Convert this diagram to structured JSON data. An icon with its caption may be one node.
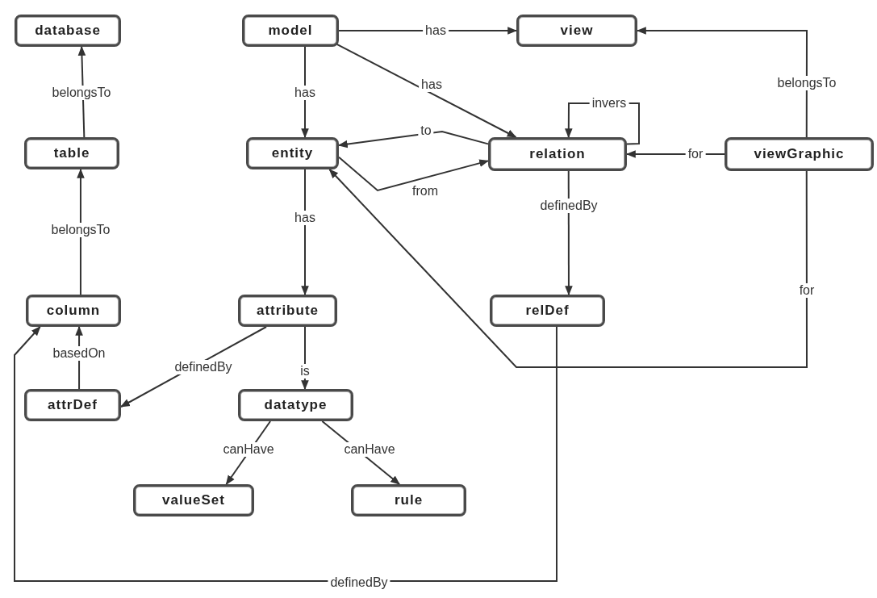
{
  "diagram": {
    "nodes": [
      {
        "text": [
          "database"
        ]
      },
      {
        "text": [
          "model"
        ]
      },
      {
        "text": [
          "view"
        ]
      },
      {
        "text": [
          "table"
        ]
      },
      {
        "text": [
          "entity"
        ]
      },
      {
        "text": [
          "relation"
        ]
      },
      {
        "text": [
          "viewGraphic"
        ]
      },
      {
        "text": [
          "column"
        ]
      },
      {
        "text": [
          "attribute"
        ]
      },
      {
        "text": [
          "relDef"
        ]
      },
      {
        "text": [
          "attrDef"
        ]
      },
      {
        "text": [
          "datatype"
        ]
      },
      {
        "text": [
          "valueSet"
        ]
      },
      {
        "text": [
          "rule"
        ]
      }
    ],
    "edges": [
      {
        "from": 3,
        "to": 0,
        "arrow": "to",
        "label": "belongsTo"
      },
      {
        "from": 7,
        "to": 3,
        "arrow": "to",
        "label": "belongsTo"
      },
      {
        "from": 10,
        "to": 7,
        "arrow": "to",
        "label": "basedOn"
      },
      {
        "from": 1,
        "to": 2,
        "arrow": "to",
        "label": "has"
      },
      {
        "from": 1,
        "to": 4,
        "arrow": "to",
        "label": "has"
      },
      {
        "from": 1,
        "to": 5,
        "arrow": "to",
        "label": "has"
      },
      {
        "from": 5,
        "to": 4,
        "arrow": "to",
        "label": "to"
      },
      {
        "from": 4,
        "to": 5,
        "arrow": "to",
        "label": "from"
      },
      {
        "from": 5,
        "to": 5,
        "arrow": "to",
        "label": "invers"
      },
      {
        "from": 6,
        "to": 5,
        "arrow": "to",
        "label": "for"
      },
      {
        "from": 6,
        "to": 2,
        "arrow": "to",
        "label": "belongsTo"
      },
      {
        "from": 6,
        "to": 4,
        "arrow": "to",
        "label": "for"
      },
      {
        "from": 4,
        "to": 8,
        "arrow": "to",
        "label": "has"
      },
      {
        "from": 5,
        "to": 9,
        "arrow": "to",
        "label": "definedBy"
      },
      {
        "from": 8,
        "to": 10,
        "arrow": "to",
        "label": "definedBy"
      },
      {
        "from": 8,
        "to": 11,
        "arrow": "to",
        "label": "is"
      },
      {
        "from": 11,
        "to": 12,
        "arrow": "to",
        "label": "canHave"
      },
      {
        "from": 11,
        "to": 13,
        "arrow": "to",
        "label": "canHave"
      },
      {
        "from": 9,
        "to": 7,
        "arrow": "to",
        "label": "definedBy"
      }
    ]
  }
}
